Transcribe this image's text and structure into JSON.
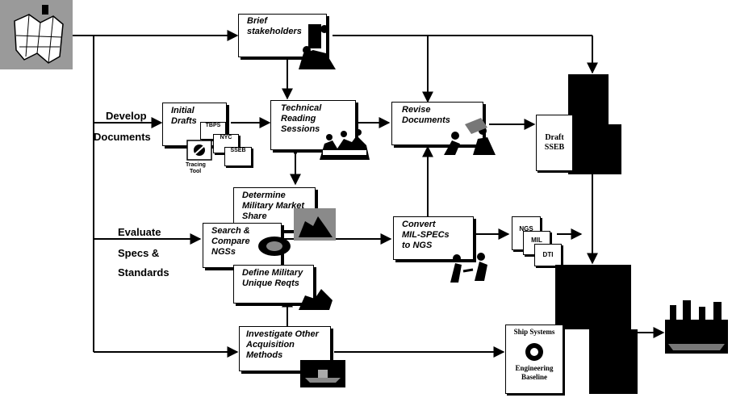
{
  "labels": {
    "develop_line1": "Develop",
    "develop_line2": "Documents",
    "evaluate_line1": "Evaluate",
    "evaluate_line2": "Specs &",
    "evaluate_line3": "Standards"
  },
  "boxes": {
    "brief": {
      "line1": "Brief",
      "line2": "stakeholders"
    },
    "initial": {
      "line1": "Initial",
      "line2": "Drafts"
    },
    "technical": {
      "line1": "Technical",
      "line2": "Reading",
      "line3": "Sessions"
    },
    "revise": {
      "line1": "Revise",
      "line2": "Documents"
    },
    "determine": {
      "line1": "Determine",
      "line2": "Military Market",
      "line3": "Share"
    },
    "search": {
      "line1": "Search &",
      "line2": "Compare",
      "line3": "NGSs"
    },
    "define": {
      "line1": "Define Military",
      "line2": "Unique Reqts"
    },
    "convert": {
      "line1": "Convert",
      "line2": "MIL-SPECs",
      "line3": "to NGS"
    },
    "investigate": {
      "line1": "Investigate Other",
      "line2": "Acquisition",
      "line3": "Methods"
    }
  },
  "docs": {
    "tbps": "TBPS",
    "nyc": "NYC",
    "sseb_small": "SSEB",
    "tracing_tool_line1": "Tracing",
    "tracing_tool_line2": "Tool",
    "draft_sseb_line1": "Draft",
    "draft_sseb_line2": "SSEB",
    "ngs": "NGS",
    "mil": "MIL",
    "dti": "DTI",
    "baseline_line1": "Ship Systems",
    "baseline_line2": "Engineering",
    "baseline_line3": "Baseline"
  }
}
